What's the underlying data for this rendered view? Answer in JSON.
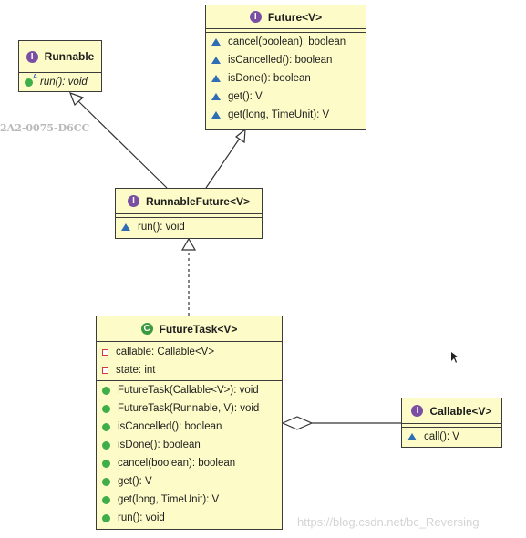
{
  "fragment_text": "2A2-0075-D6CC",
  "watermark": "https://blog.csdn.net/bc_Reversing",
  "colors": {
    "box_fill": "#fdfcc8",
    "box_border": "#3b3b3b",
    "interface_badge": "#7a4fa3",
    "class_badge": "#3a9a3f",
    "public_method": "#2f6db4",
    "implemented_method": "#3fae49",
    "private_field": "#d03a3a"
  },
  "classes": {
    "runnable": {
      "kind": "I",
      "name": "Runnable",
      "members": [
        {
          "marker": "abstract",
          "text": "run(): void"
        }
      ]
    },
    "future": {
      "kind": "I",
      "name": "Future<V>",
      "members": [
        {
          "marker": "triangle",
          "text": "cancel(boolean): boolean"
        },
        {
          "marker": "triangle",
          "text": "isCancelled(): boolean"
        },
        {
          "marker": "triangle",
          "text": "isDone(): boolean"
        },
        {
          "marker": "triangle",
          "text": "get(): V"
        },
        {
          "marker": "triangle",
          "text": "get(long, TimeUnit): V"
        }
      ]
    },
    "runnable_future": {
      "kind": "I",
      "name": "RunnableFuture<V>",
      "members": [
        {
          "marker": "triangle",
          "text": "run(): void"
        }
      ]
    },
    "future_task": {
      "kind": "C",
      "name": "FutureTask<V>",
      "fields": [
        {
          "marker": "square",
          "text": "callable: Callable<V>"
        },
        {
          "marker": "square",
          "text": "state: int"
        }
      ],
      "members": [
        {
          "marker": "dot",
          "text": "FutureTask(Callable<V>): void"
        },
        {
          "marker": "dot",
          "text": "FutureTask(Runnable, V): void"
        },
        {
          "marker": "dot",
          "text": "isCancelled(): boolean"
        },
        {
          "marker": "dot",
          "text": "isDone(): boolean"
        },
        {
          "marker": "dot",
          "text": "cancel(boolean): boolean"
        },
        {
          "marker": "dot",
          "text": "get(): V"
        },
        {
          "marker": "dot",
          "text": "get(long, TimeUnit): V"
        },
        {
          "marker": "dot",
          "text": "run(): void"
        }
      ]
    },
    "callable": {
      "kind": "I",
      "name": "Callable<V>",
      "members": [
        {
          "marker": "triangle",
          "text": "call(): V"
        }
      ]
    }
  }
}
